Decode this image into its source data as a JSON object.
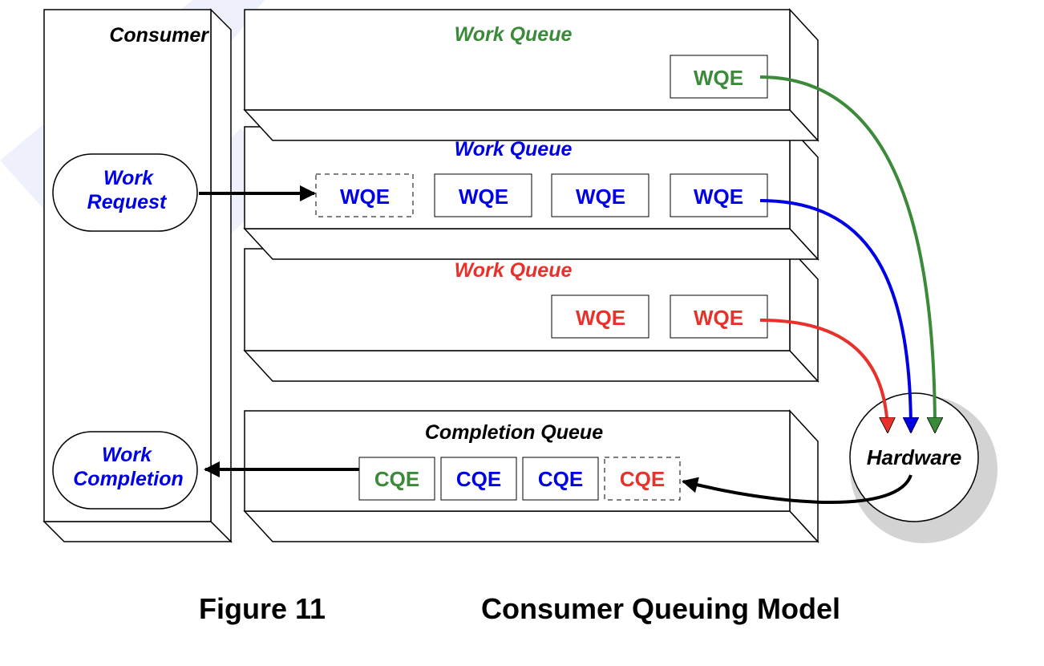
{
  "colors": {
    "green": "#3a8a3a",
    "blue": "#0000e6",
    "red": "#e8312a",
    "black": "#000000",
    "watermark": "#eef0fb",
    "shadow": "#d3d3d3"
  },
  "consumer": {
    "title": "Consumer",
    "work_request": [
      "Work",
      "Request"
    ],
    "work_completion": [
      "Work",
      "Completion"
    ]
  },
  "work_queues": [
    {
      "title": "Work Queue",
      "color": "green",
      "entries": [
        "WQE"
      ]
    },
    {
      "title": "Work Queue",
      "color": "blue",
      "entries": [
        "WQE",
        "WQE",
        "WQE",
        "WQE"
      ],
      "pending_first": true
    },
    {
      "title": "Work Queue",
      "color": "red",
      "entries": [
        "WQE",
        "WQE"
      ]
    }
  ],
  "completion_queue": {
    "title": "Completion Queue",
    "entries": [
      {
        "label": "CQE",
        "color": "green"
      },
      {
        "label": "CQE",
        "color": "blue"
      },
      {
        "label": "CQE",
        "color": "blue"
      },
      {
        "label": "CQE",
        "color": "red",
        "pending": true
      }
    ]
  },
  "hardware": {
    "label": "Hardware"
  },
  "caption": {
    "figure": "Figure 11",
    "title": "Consumer Queuing Model"
  }
}
